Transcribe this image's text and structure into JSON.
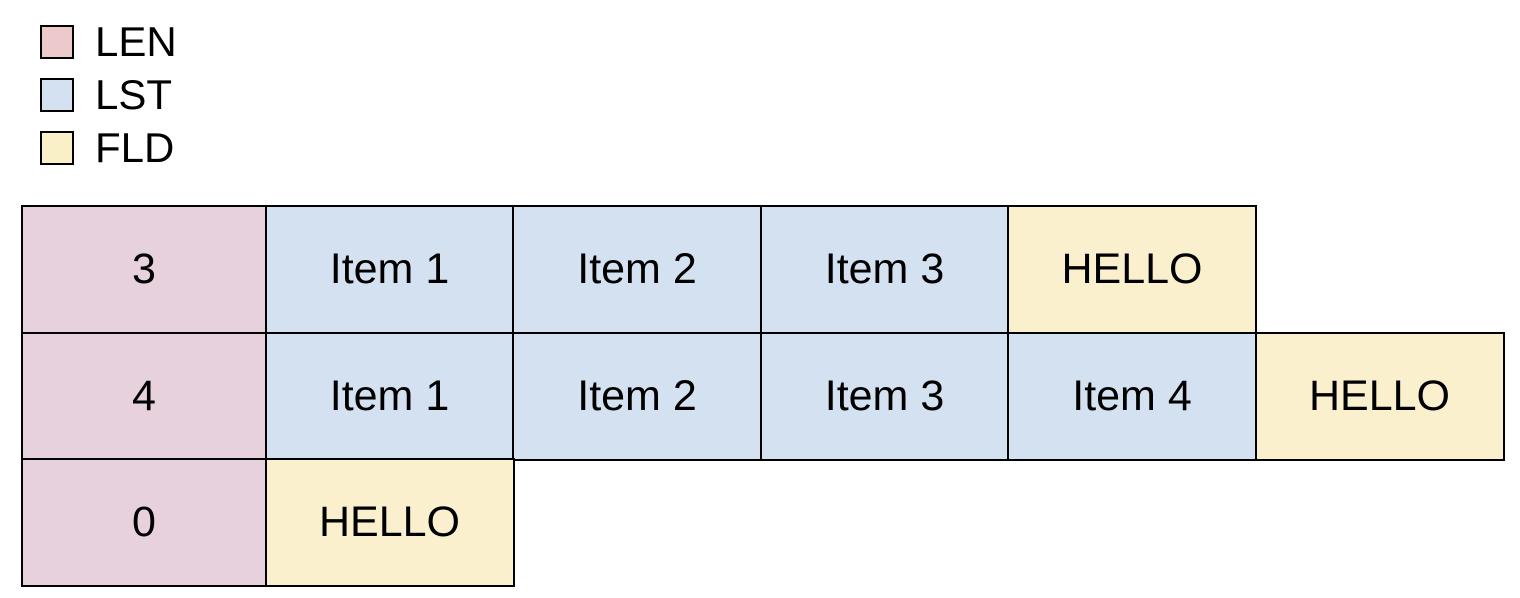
{
  "colors": {
    "background": "#ffffff",
    "border": "#000000",
    "len_cell": "#e6d1dd",
    "lst_cell": "#d4e1f1",
    "fld_cell": "#faf0cd",
    "len_legend": "#ecc9cb",
    "lst_legend": "#d4e1f1",
    "fld_legend": "#faf0c8"
  },
  "legend": {
    "items": [
      {
        "label": "LEN",
        "color": "#ecc9cb"
      },
      {
        "label": "LST",
        "color": "#d4e1f1"
      },
      {
        "label": "FLD",
        "color": "#faf0c8"
      }
    ]
  },
  "table": {
    "rows": [
      {
        "cells": [
          {
            "type": "LEN",
            "text": "3"
          },
          {
            "type": "LST",
            "text": "Item 1"
          },
          {
            "type": "LST",
            "text": "Item 2"
          },
          {
            "type": "LST",
            "text": "Item 3"
          },
          {
            "type": "FLD",
            "text": "HELLO"
          }
        ]
      },
      {
        "cells": [
          {
            "type": "LEN",
            "text": "4"
          },
          {
            "type": "LST",
            "text": "Item 1"
          },
          {
            "type": "LST",
            "text": "Item 2"
          },
          {
            "type": "LST",
            "text": "Item 3"
          },
          {
            "type": "LST",
            "text": "Item 4"
          },
          {
            "type": "FLD",
            "text": "HELLO"
          }
        ]
      },
      {
        "cells": [
          {
            "type": "LEN",
            "text": "0"
          },
          {
            "type": "FLD",
            "text": "HELLO"
          }
        ]
      }
    ]
  }
}
